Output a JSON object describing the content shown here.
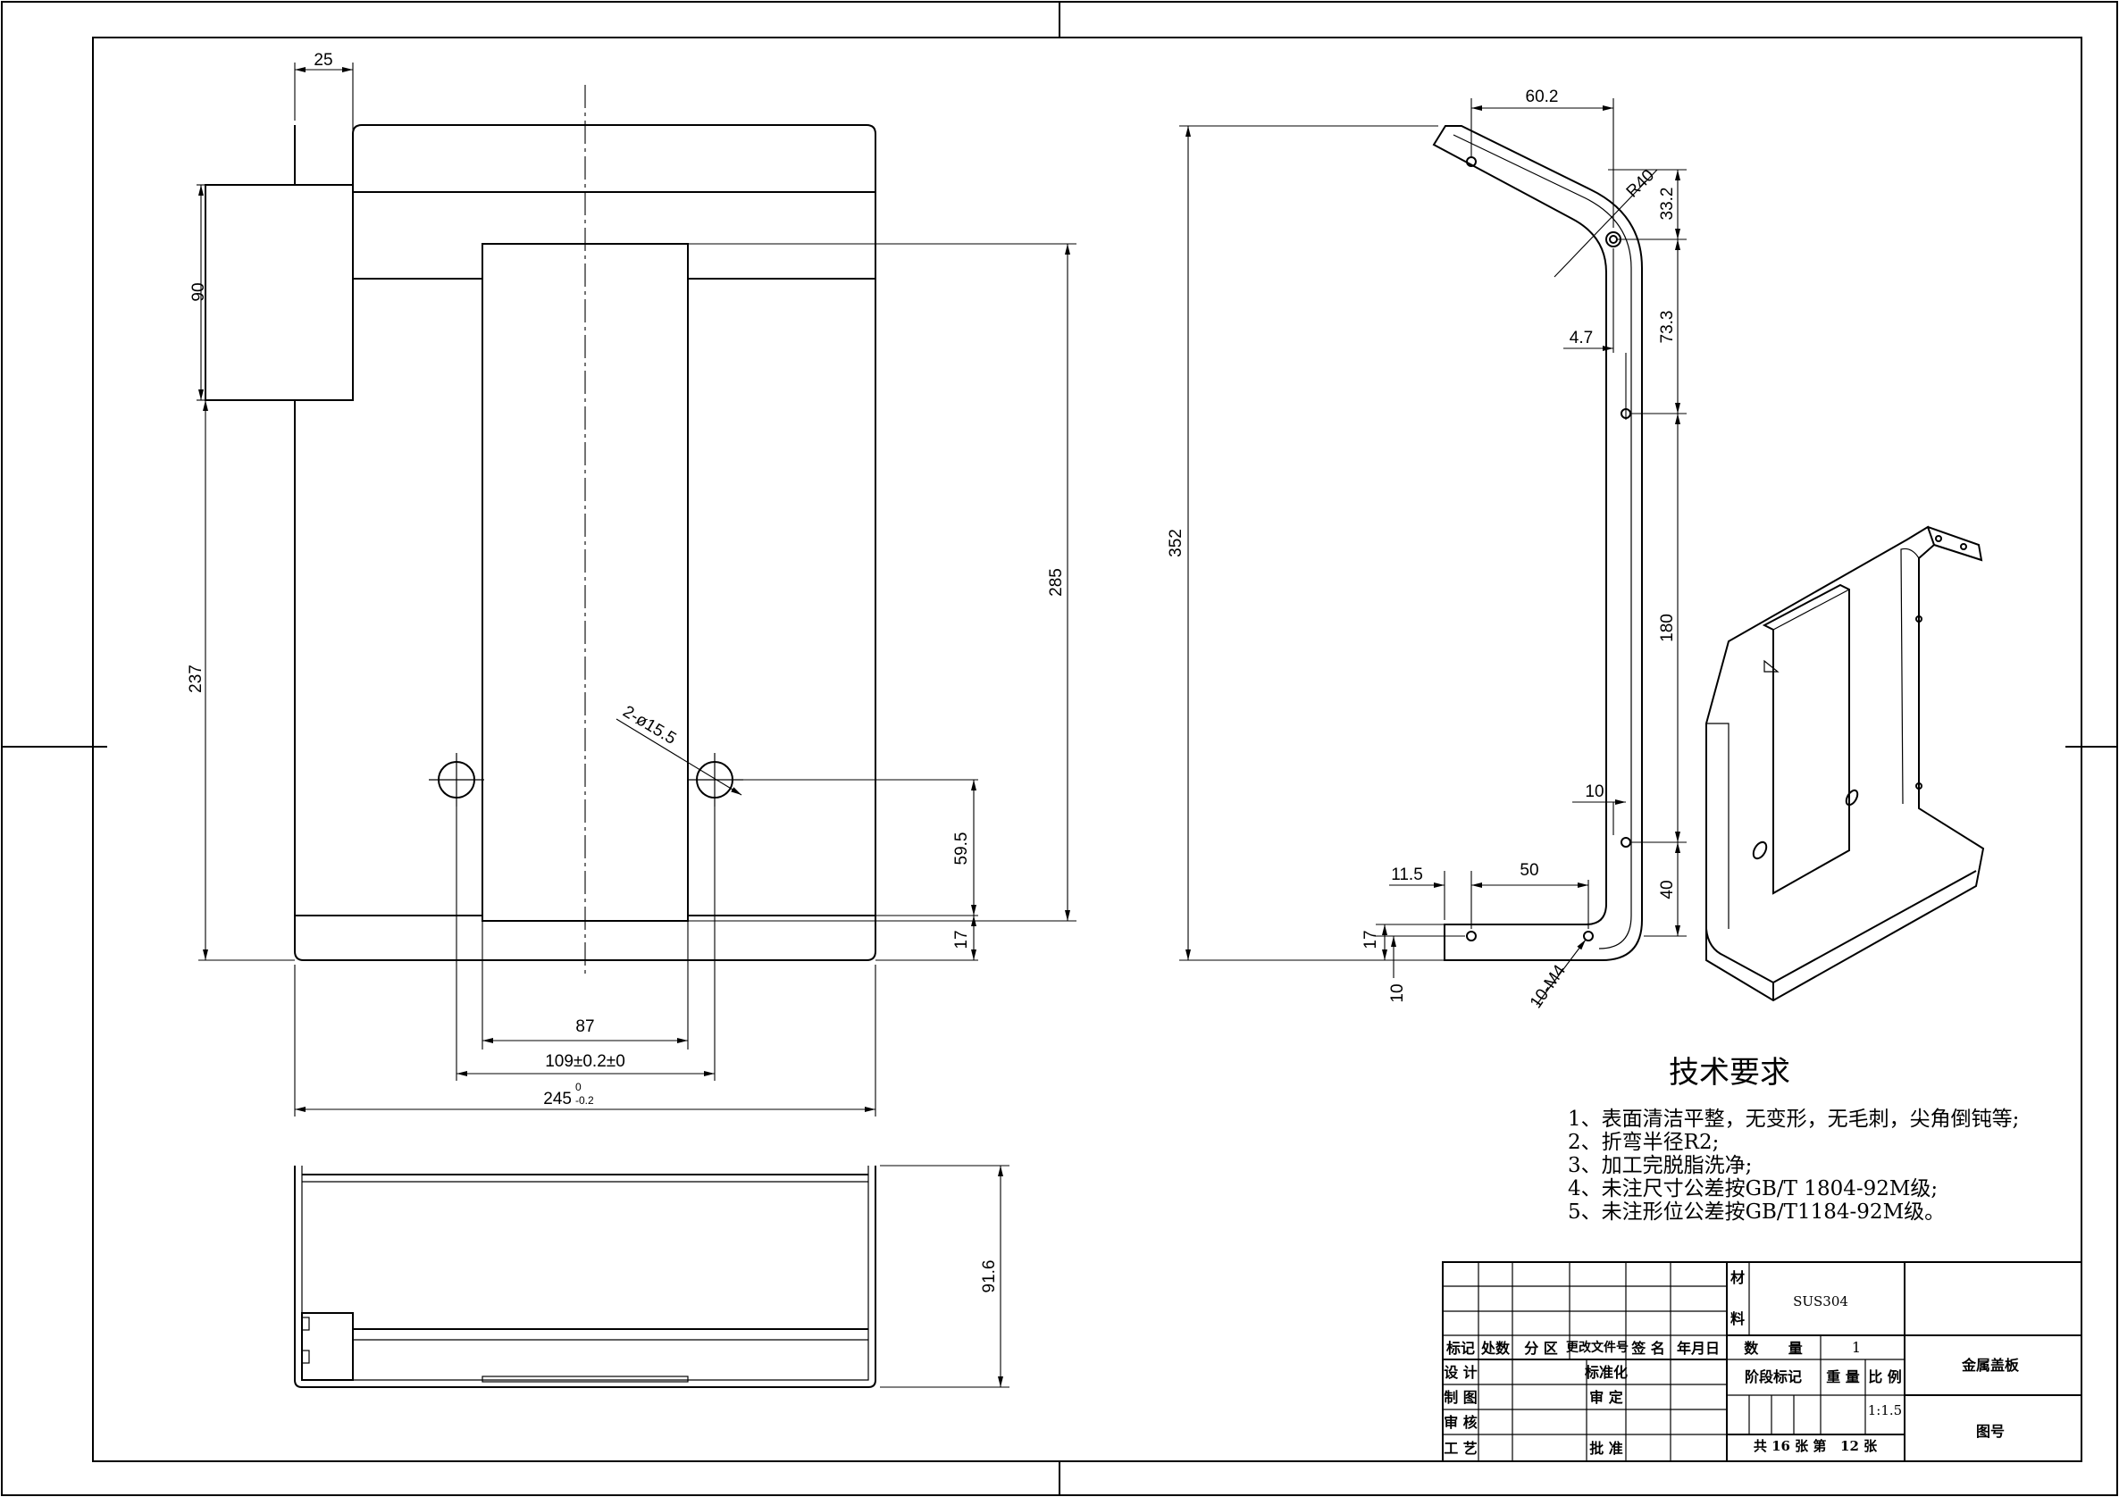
{
  "top_view": {
    "dims": {
      "d25": "25",
      "d90": "90",
      "d237": "237",
      "d285": "285",
      "d59_5": "59.5",
      "d17": "17",
      "d87": "87",
      "d109": "109±0.2±0",
      "d245_base": "245",
      "d245_tol_upper": "0",
      "d245_tol_lower": "-0.2",
      "holes": "2-ø15.5"
    }
  },
  "front_view": {
    "dims": {
      "d91_6": "91.6"
    }
  },
  "side_view": {
    "dims": {
      "d60_2": "60.2",
      "r40": "R40",
      "d33_2": "33.2",
      "d73_3": "73.3",
      "d4_7": "4.7",
      "d352": "352",
      "d180": "180",
      "d10_top": "10",
      "d40": "40",
      "d11_5": "11.5",
      "d50": "50",
      "d17": "17",
      "d10_bot": "10",
      "m4": "10-M4"
    }
  },
  "tech_requirements": {
    "title": "技术要求",
    "items": [
      "1、表面清洁平整，无变形，无毛刺，尖角倒钝等;",
      "2、折弯半径R2;",
      "3、加工完脱脂洗净;",
      "4、未注尺寸公差按GB/T 1804-92M级;",
      "5、未注形位公差按GB/T1184-92M级。"
    ]
  },
  "title_block": {
    "material_label_1": "材",
    "material_label_2": "料",
    "material_value": "SUS304",
    "headers": {
      "mark": "标记",
      "count": "处数",
      "zone": "分 区",
      "change_doc": "更改文件号",
      "signature": "签 名",
      "date": "年月日"
    },
    "roles": {
      "design": "设 计",
      "standardize": "标准化",
      "draft": "制 图",
      "review": "审 定",
      "check": "审 核",
      "process": "工 艺",
      "approve": "批 准"
    },
    "quantity_label": "数      量",
    "quantity_value": "1",
    "stage_label": "阶段标记",
    "weight_label": "重 量",
    "scale_label": "比 例",
    "scale_value": "1:1.5",
    "sheet_info": "共 16 张 第   12 张",
    "part_name": "金属盖板",
    "drawing_no_label": "图号"
  }
}
